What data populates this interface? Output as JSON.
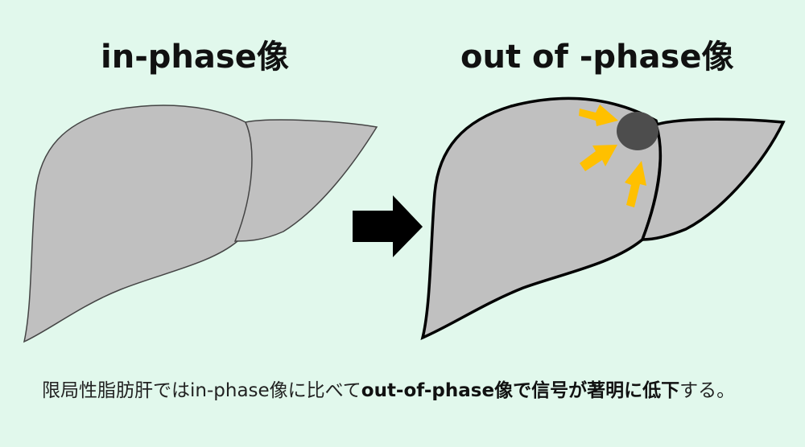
{
  "titles": {
    "in_phase": "in-phase像",
    "out_of_phase": "out of -phase像"
  },
  "caption": {
    "part1": "限局性脂肪肝ではin-phase像に比べて",
    "bold1": "out-of-phase像で信号が著明に低下",
    "part2": "する。"
  },
  "colors": {
    "background": "#e1f8ec",
    "liver": "#c0c0c0",
    "lesion": "#4d4d4d",
    "arrow_highlight": "#ffc000",
    "arrow_main": "#000000"
  }
}
